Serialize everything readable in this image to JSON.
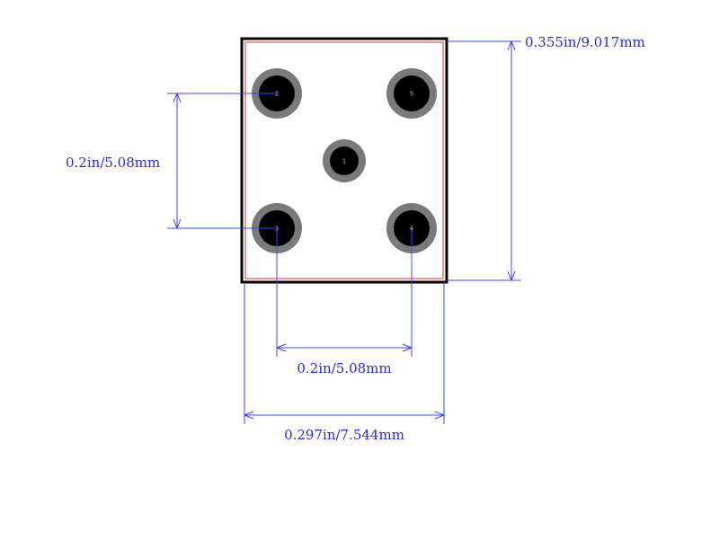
{
  "footprint": {
    "colors": {
      "outline": "#000000",
      "courtyard": "#e03030",
      "pad_ring": "#7a7a7a",
      "pad_hole": "#000000",
      "dimension": "#4040ff",
      "dimension_text": "#2a2ad8"
    },
    "pads": [
      {
        "number": "1"
      },
      {
        "number": "2"
      },
      {
        "number": "3"
      },
      {
        "number": "4"
      },
      {
        "number": "5"
      }
    ]
  },
  "dimensions": {
    "height": "0.355in/9.017mm",
    "vertical_pitch": "0.2in/5.08mm",
    "horizontal_pitch": "0.2in/5.08mm",
    "width": "0.297in/7.544mm"
  }
}
